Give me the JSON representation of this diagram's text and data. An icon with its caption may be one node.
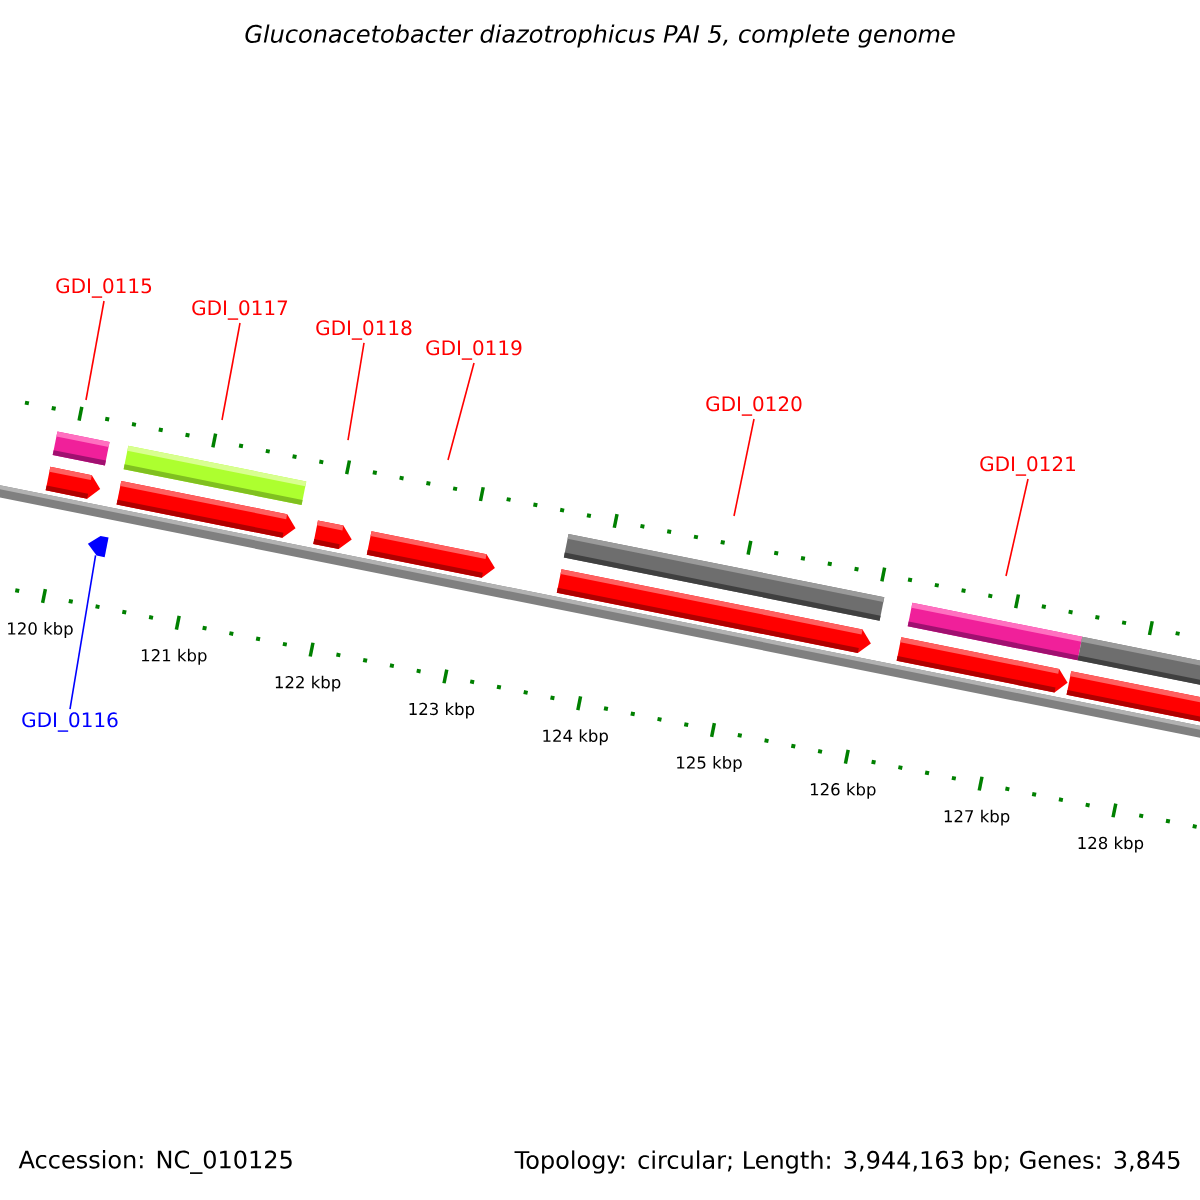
{
  "diagram": {
    "title": "Gluconacetobacter diazotrophicus PAI 5, complete genome",
    "nodes": [
      {
        "text": [
          "GDI_0115"
        ]
      },
      {
        "text": [
          "GDI_0117"
        ]
      },
      {
        "text": [
          "GDI_0118"
        ]
      },
      {
        "text": [
          "GDI_0119"
        ]
      },
      {
        "text": [
          "GDI_0120"
        ]
      },
      {
        "text": [
          "GDI_0121"
        ]
      },
      {
        "text": [
          "GDI_0116"
        ]
      },
      {
        "text": [],
        "shape": "arrow"
      }
    ],
    "edges": [
      {
        "from": 0,
        "to": null,
        "arrow": "none"
      },
      {
        "from": 1,
        "to": null,
        "arrow": "none"
      },
      {
        "from": 2,
        "to": null,
        "arrow": "none"
      },
      {
        "from": 3,
        "to": null,
        "arrow": "none"
      },
      {
        "from": 4,
        "to": null,
        "arrow": "none"
      },
      {
        "from": 5,
        "to": null,
        "arrow": "none"
      },
      {
        "from": 6,
        "to": 7,
        "arrow": "none",
        "color": "#0000ff"
      }
    ],
    "labels": [
      "120 kbp",
      "121 kbp",
      "122 kbp",
      "123 kbp",
      "124 kbp",
      "125 kbp",
      "126 kbp",
      "127 kbp",
      "128 kbp",
      "Accession: NC_010125",
      "Topology: circular; Length: 3,944,163 bp; Genes: 3,845"
    ]
  }
}
